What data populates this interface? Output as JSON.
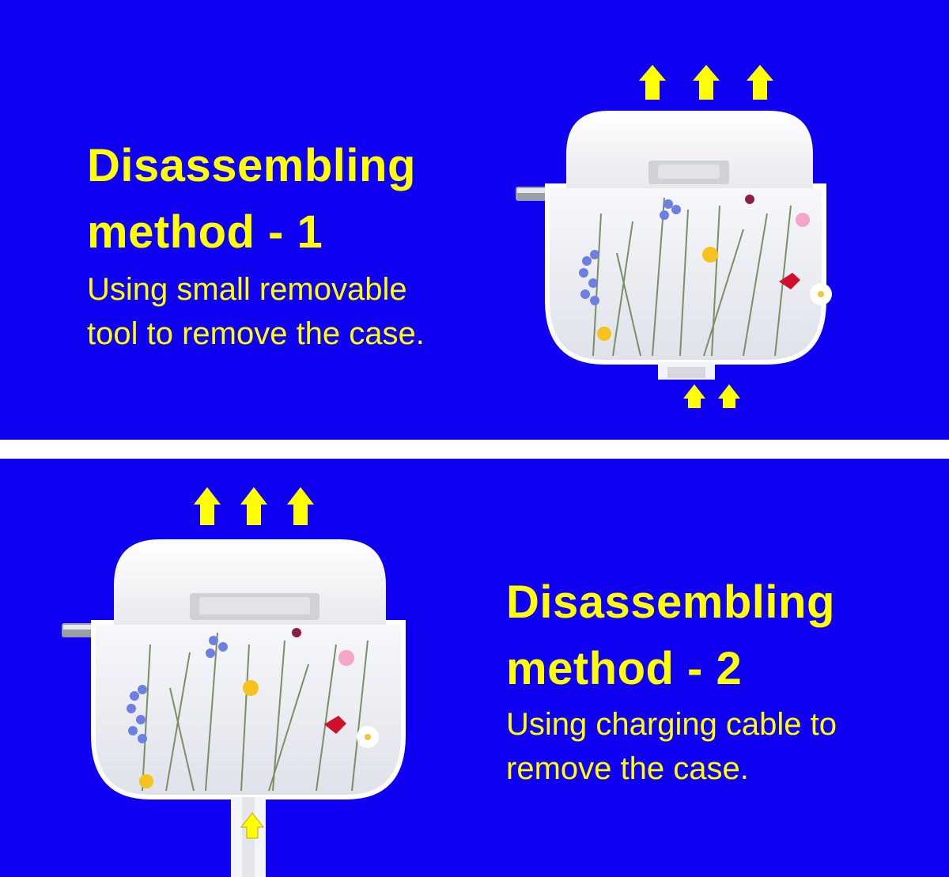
{
  "colors": {
    "background": "#1000f2",
    "accent_text": "#ffff00",
    "divider": "#ffffff",
    "case": "#ffffff"
  },
  "method_1": {
    "heading_line_1": "Disassembling",
    "heading_line_2": "method - 1",
    "description_line_1": "Using small removable",
    "description_line_2": "tool to remove the case.",
    "icons": [
      "up-arrow-icon",
      "airpods-case-illustration",
      "removal-tool-illustration"
    ]
  },
  "method_2": {
    "heading_line_1": "Disassembling",
    "heading_line_2": "method - 2",
    "description_line_1": "Using charging cable to",
    "description_line_2": "remove the case.",
    "icons": [
      "up-arrow-icon",
      "airpods-case-illustration",
      "charging-cable-illustration"
    ]
  }
}
